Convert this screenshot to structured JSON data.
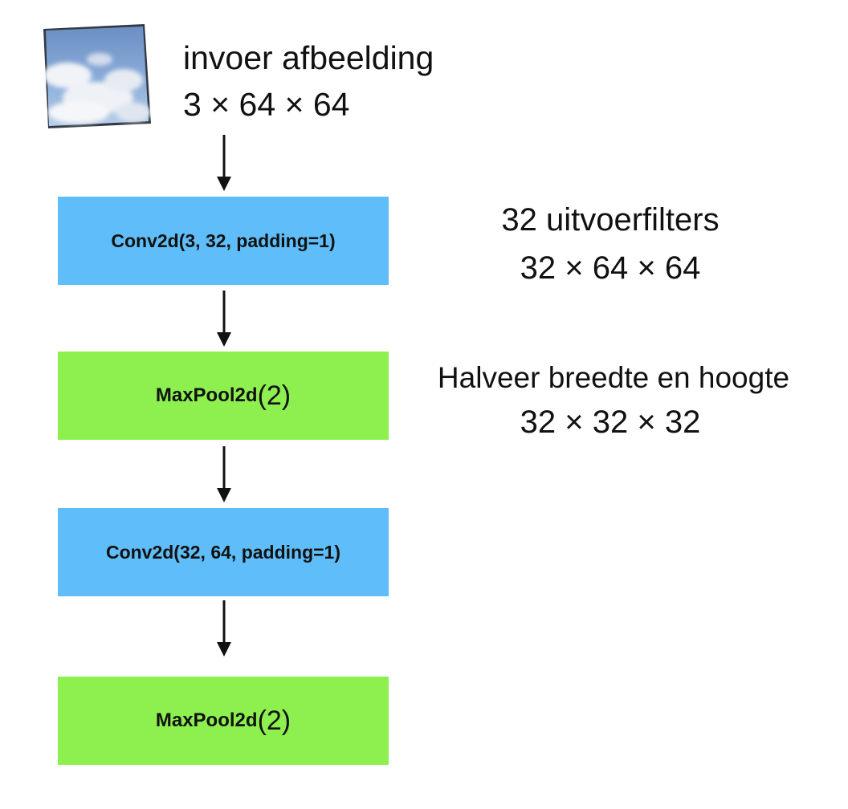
{
  "input": {
    "image_label": "sky-with-clouds",
    "title": "invoer afbeelding",
    "dims": "3 × 64 × 64"
  },
  "layers": [
    {
      "label": "Conv2d(3, 32, padding=1)",
      "kind": "conv",
      "color": "#5fbefa"
    },
    {
      "label": "MaxPool2d",
      "arg": "(2)",
      "kind": "pool",
      "color": "#8df04f"
    },
    {
      "label": "Conv2d(32, 64, padding=1)",
      "kind": "conv",
      "color": "#5fbefa"
    },
    {
      "label": "MaxPool2d",
      "arg": "(2)",
      "kind": "pool",
      "color": "#8df04f"
    }
  ],
  "annotations": [
    {
      "title": "32 uitvoerfilters",
      "dims": "32 × 64 × 64"
    },
    {
      "title": "Halveer breedte en hoogte",
      "dims": "32 × 32 × 32"
    }
  ],
  "arrow_icon": "arrow-down-icon"
}
